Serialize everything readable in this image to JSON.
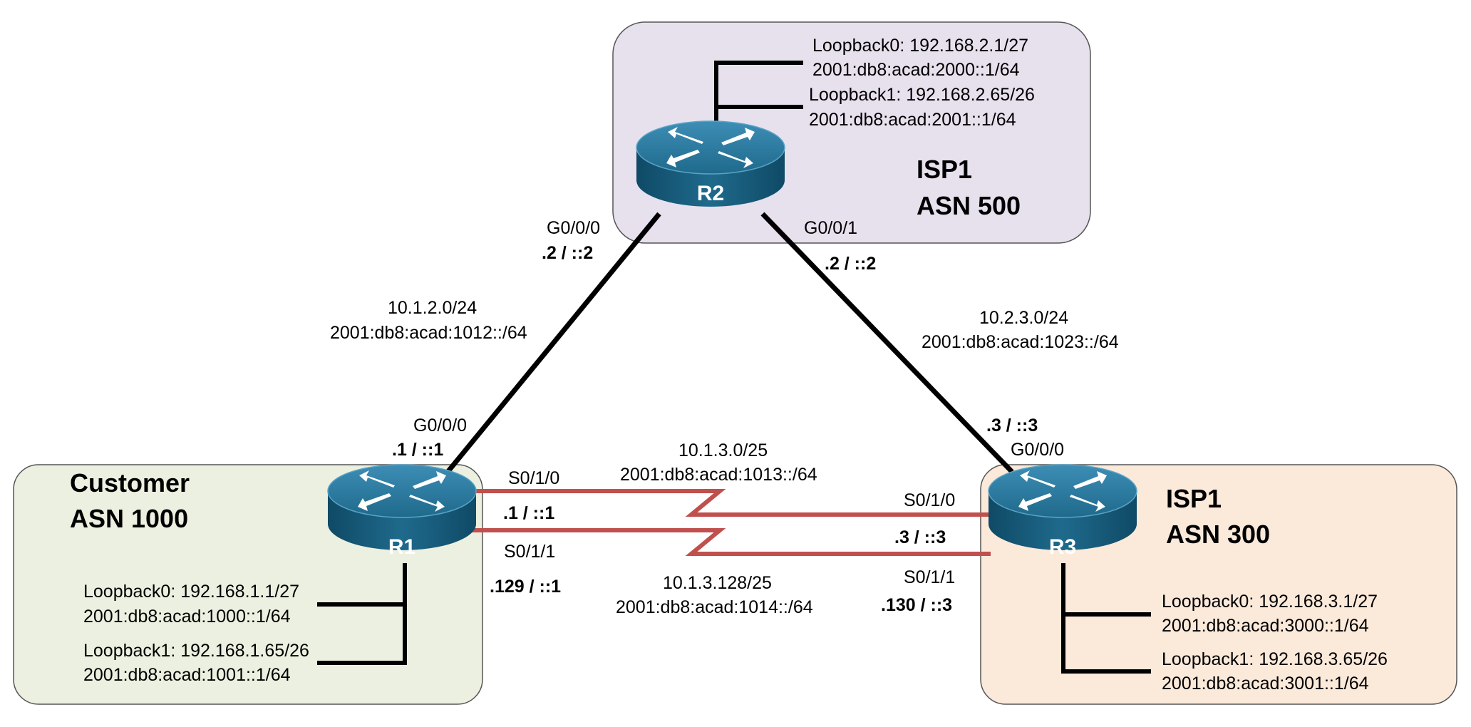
{
  "colors": {
    "isp500_bg": "#e7e1ee",
    "customer_bg": "#ebf0e0",
    "isp300_bg": "#fbe9da",
    "serial_link": "#c0504d",
    "ethernet_link": "#000000",
    "router_body": "#1f6a8c"
  },
  "areas": {
    "isp500": {
      "name": "ISP1",
      "asn": "ASN 500"
    },
    "customer": {
      "name": "Customer",
      "asn": "ASN 1000"
    },
    "isp300": {
      "name": "ISP1",
      "asn": "ASN 300"
    }
  },
  "routers": {
    "r1": {
      "name": "R1"
    },
    "r2": {
      "name": "R2"
    },
    "r3": {
      "name": "R3"
    }
  },
  "r2": {
    "lo0": "Loopback0: 192.168.2.1/27",
    "lo0_v6": "2001:db8:acad:2000::1/64",
    "lo1": "Loopback1: 192.168.2.65/26",
    "lo1_v6": "2001:db8:acad:2001::1/64",
    "if_left": "G0/0/0",
    "addr_left": ".2 / ::2",
    "if_right": "G0/0/1",
    "addr_right": ".2 / ::2"
  },
  "r1": {
    "lo0": "Loopback0: 192.168.1.1/27",
    "lo0_v6": "2001:db8:acad:1000::1/64",
    "lo1": "Loopback1: 192.168.1.65/26",
    "lo1_v6": "2001:db8:acad:1001::1/64",
    "if_g": "G0/0/0",
    "addr_g": ".1 / ::1",
    "if_s0": "S0/1/0",
    "addr_s0": ".1 / ::1",
    "if_s1": "S0/1/1",
    "addr_s1": ".129 / ::1"
  },
  "r3": {
    "lo0": "Loopback0: 192.168.3.1/27",
    "lo0_v6": "2001:db8:acad:3000::1/64",
    "lo1": "Loopback1: 192.168.3.65/26",
    "lo1_v6": "2001:db8:acad:3001::1/64",
    "if_g": "G0/0/0",
    "addr_g": ".3 / ::3",
    "if_s0": "S0/1/0",
    "addr_s0": ".3 / ::3",
    "if_s1": "S0/1/1",
    "addr_s1": ".130 / ::3"
  },
  "links": {
    "r1_r2": {
      "v4": "10.1.2.0/24",
      "v6": "2001:db8:acad:1012::/64"
    },
    "r2_r3": {
      "v4": "10.2.3.0/24",
      "v6": "2001:db8:acad:1023::/64"
    },
    "r1_r3_a": {
      "v4": "10.1.3.0/25",
      "v6": "2001:db8:acad:1013::/64"
    },
    "r1_r3_b": {
      "v4": "10.1.3.128/25",
      "v6": "2001:db8:acad:1014::/64"
    }
  }
}
